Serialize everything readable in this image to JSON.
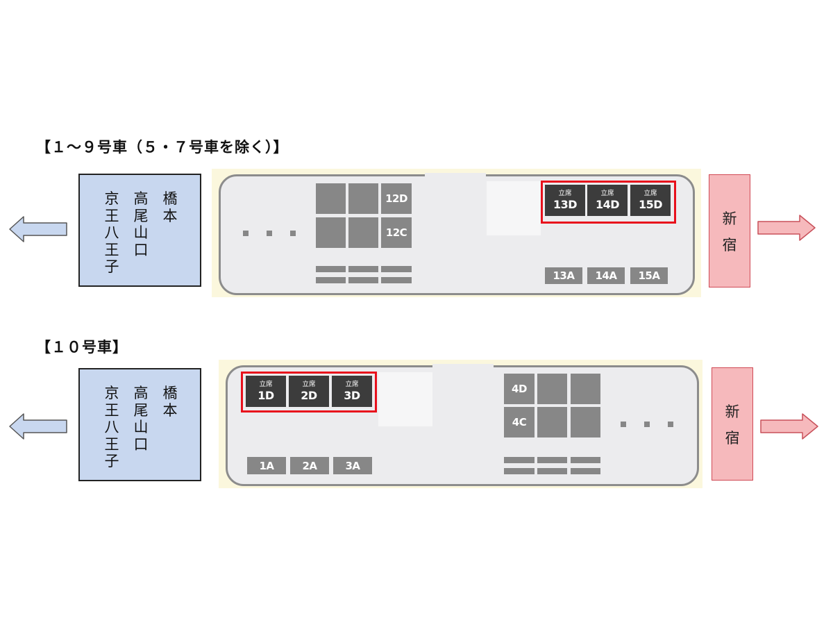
{
  "headings": {
    "top": "【１～９号車（５・７号車を除く）】",
    "bottom": "【１０号車】"
  },
  "destinations": {
    "left_col1": [
      "京",
      "王",
      "八",
      "王",
      "子"
    ],
    "left_col2": [
      "高",
      "尾",
      "山",
      "口"
    ],
    "left_col3": [
      "橋",
      "本"
    ],
    "right": [
      "新",
      "宿"
    ]
  },
  "standing_label": "立席",
  "car_top": {
    "standing_seats": [
      "13D",
      "14D",
      "15D"
    ],
    "seat_labels": [
      "12D",
      "12C"
    ],
    "a_row": [
      "13A",
      "14A",
      "15A"
    ]
  },
  "car_bottom": {
    "standing_seats": [
      "1D",
      "2D",
      "3D"
    ],
    "seat_labels": [
      "4D",
      "4C"
    ],
    "a_row": [
      "1A",
      "2A",
      "3A"
    ]
  },
  "colors": {
    "left_box": "#c8d7ef",
    "right_box": "#f6b9bc",
    "highlight": "#e8101c",
    "car_background": "#fbf7dd"
  }
}
